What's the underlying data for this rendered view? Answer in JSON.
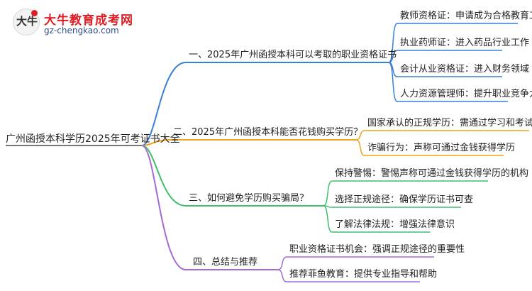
{
  "brand": {
    "name": "大牛教育成考网",
    "url": "gz-chengkao.com",
    "badge_glyph": "大牛"
  },
  "root": "广州函授本科学历2025年可考证书大全",
  "colors": {
    "blue": "#3a7fd5",
    "orange": "#f0a21a",
    "green": "#3fbf6a",
    "purple": "#a26ad8",
    "root_line": "#4a4a4a"
  },
  "branches": [
    {
      "label": "一、2025年广州函授本科可以考取的职业资格证书",
      "children": [
        "教师资格证：申请成为合格教育工作者",
        "执业药师证：进入药品行业工作",
        "会计从业资格证：进入财务领域",
        "人力资源管理师：提升职业竞争力"
      ]
    },
    {
      "label": "二、2025年广州函授本科能否花钱购买学历？",
      "children": [
        "国家承认的正规学历：需通过学习和考试获得",
        "诈骗行为：声称可通过金钱获得学历"
      ]
    },
    {
      "label": "三、如何避免学历购买骗局？",
      "children": [
        "保持警惕：警惕声称可通过金钱获得学历的机构",
        "选择正规途径：确保学历证书可查",
        "了解法律法规：增强法律意识"
      ]
    },
    {
      "label": "四、总结与推荐",
      "children": [
        "职业资格证书机会：强调正规途径的重要性",
        "推荐菲鱼教育：提供专业指导和帮助"
      ]
    }
  ]
}
